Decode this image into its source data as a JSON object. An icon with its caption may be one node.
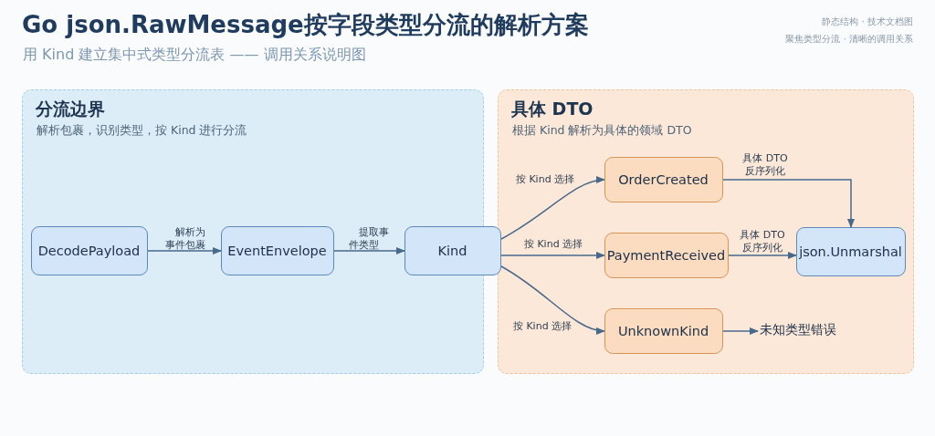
{
  "diagram": {
    "title": "Go json.RawMessage按字段类型分流的解析方案",
    "nodes": [
      {
        "text": [
          "分流边界",
          "解析包裹，识别类型，按 Kind 进行分流"
        ]
      },
      {
        "text": [
          "DecodePayload"
        ],
        "in": 0
      },
      {
        "text": [
          "EventEnvelope"
        ],
        "in": 0
      },
      {
        "text": [
          "Kind"
        ],
        "in": 0
      },
      {
        "text": [
          "具体 DTO",
          "根据 Kind 解析为具体的领域 DTO"
        ]
      },
      {
        "text": [
          "OrderCreated"
        ],
        "in": 4
      },
      {
        "text": [
          "PaymentReceived"
        ],
        "in": 4
      },
      {
        "text": [
          "UnknownKind"
        ],
        "in": 4
      },
      {
        "text": [
          "json.Unmarshal"
        ],
        "in": 4
      },
      {
        "text": [
          "未知类型错误"
        ],
        "in": 4
      }
    ],
    "edges": [
      {
        "from": 1,
        "to": 2,
        "arrow": "to",
        "label": "解析为事件包裹"
      },
      {
        "from": 2,
        "to": 3,
        "arrow": "to",
        "label": "提取事件类型"
      },
      {
        "from": 3,
        "to": 5,
        "arrow": "to",
        "label": "按 Kind 选择"
      },
      {
        "from": 3,
        "to": 6,
        "arrow": "to",
        "label": "按 Kind 选择"
      },
      {
        "from": 3,
        "to": 7,
        "arrow": "to",
        "label": "按 Kind 选择"
      },
      {
        "from": 5,
        "to": 8,
        "arrow": "to",
        "label": "具体 DTO 反序列化"
      },
      {
        "from": 6,
        "to": 8,
        "arrow": "to",
        "label": "具体 DTO 反序列化"
      },
      {
        "from": 7,
        "to": 9,
        "arrow": "to"
      }
    ],
    "labels": [
      "用 Kind 建立集中式类型分流表 —— 调用关系说明图",
      "静态结构 · 技术文档图",
      "聚焦类型分流 · 清晰的调用关系"
    ]
  }
}
